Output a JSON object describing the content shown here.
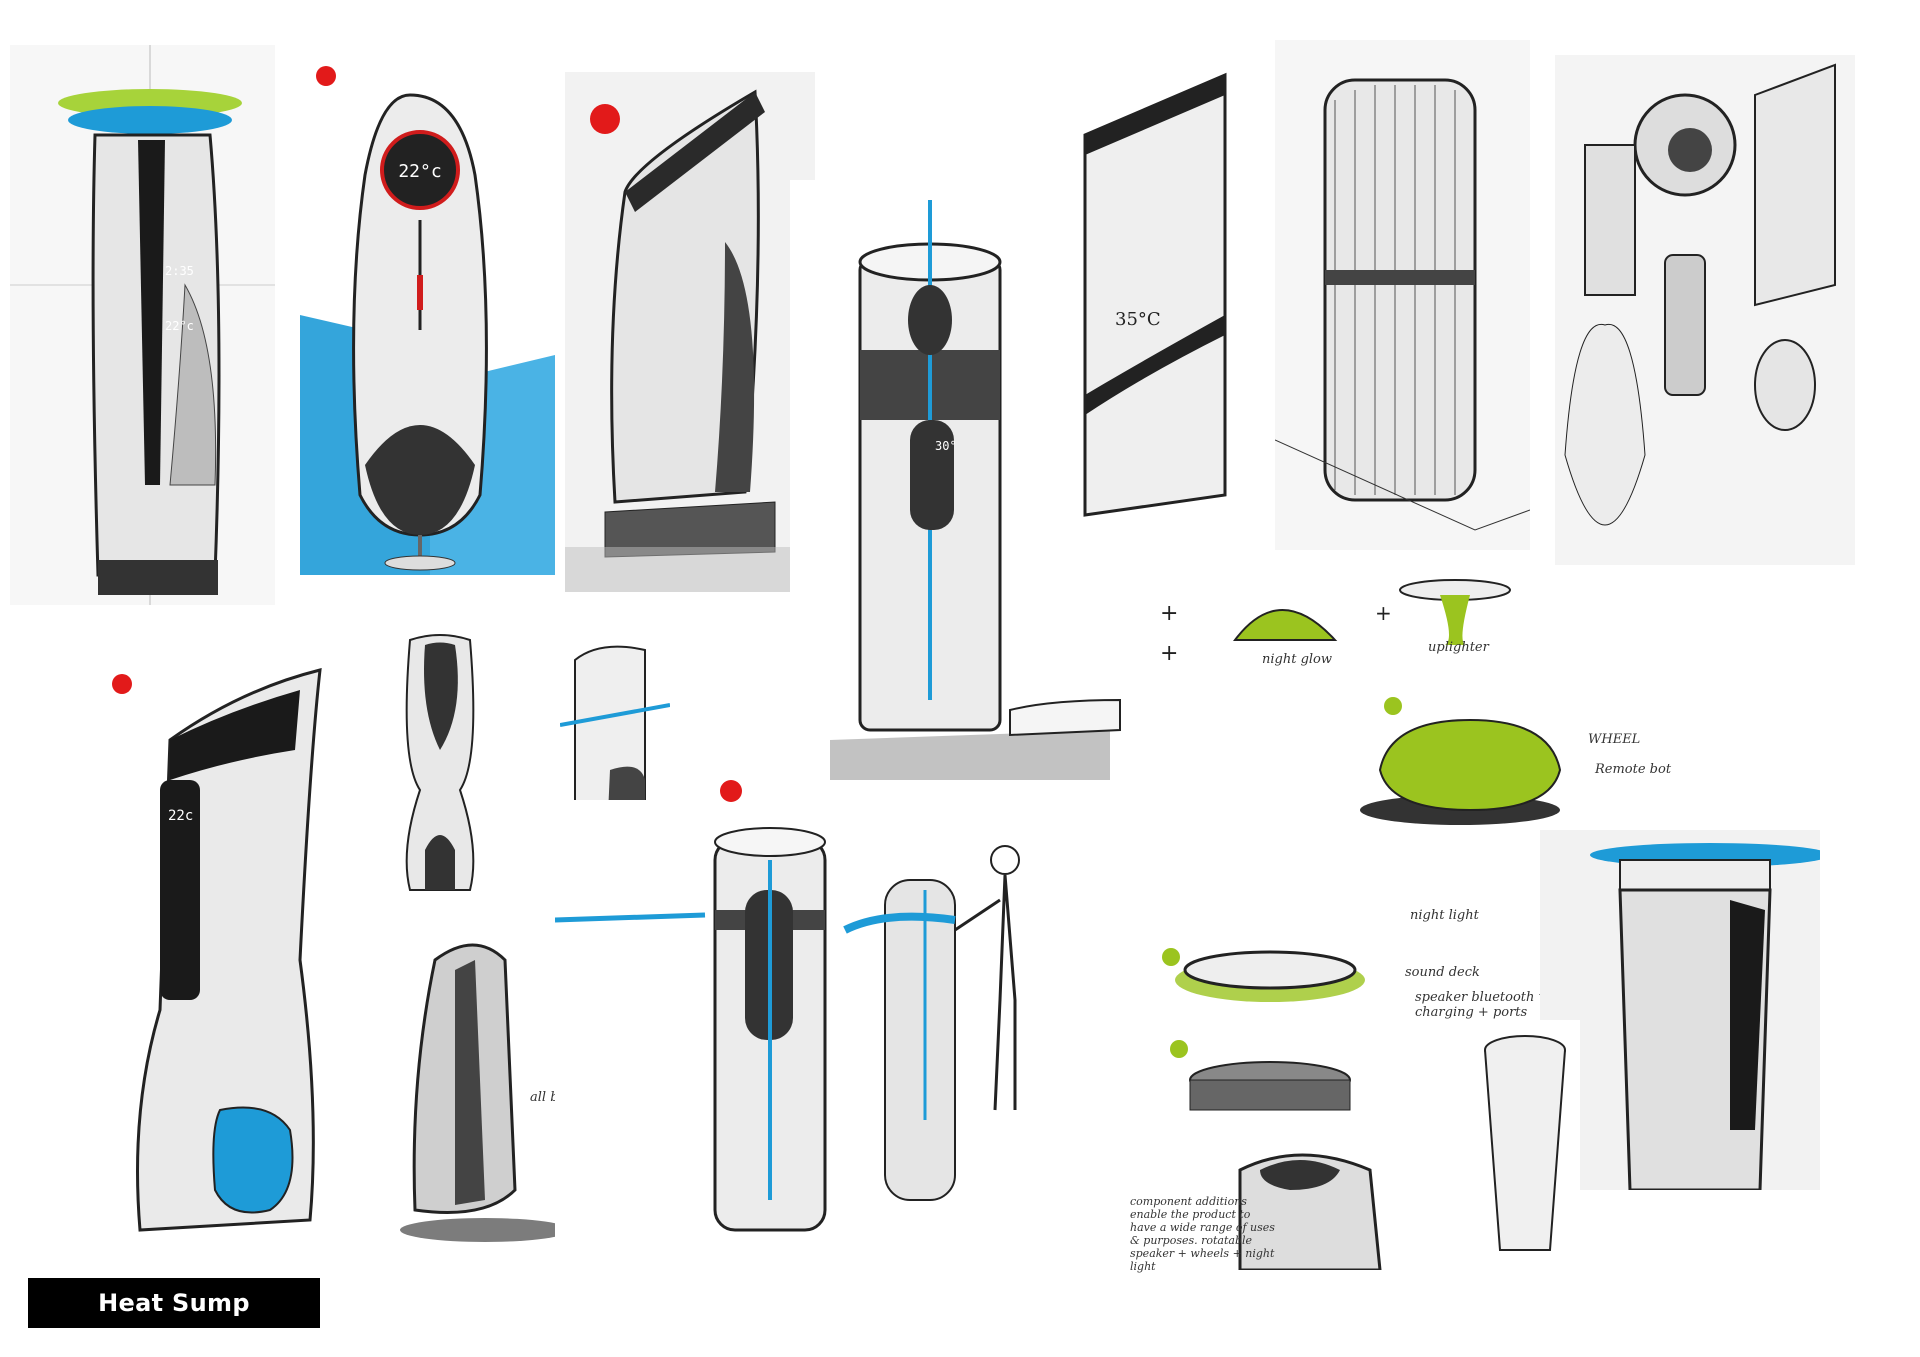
{
  "title": "Heat Sump",
  "annotations": {
    "night_glow": "night glow",
    "uplighter": "uplighter",
    "wheel": "WHEEL",
    "remote_bot": "Remote bot",
    "all_black": "all black sensor",
    "night_light": "night light",
    "sound_deck": "sound deck",
    "speaker": "speaker bluetooth with charging + ports",
    "description": "component additions enable the product to have a wide range of uses & purposes. rotatable speaker + wheels + night light",
    "display_temp_1": "22°c",
    "display_temp_2": "22°c",
    "display_temp_3": "35°C",
    "display_temp_4": "30°",
    "display_temp_5": "22c"
  },
  "colors": {
    "accent_blue": "#1e9bd7",
    "accent_green": "#9bc41f",
    "marker_red": "#e21a1a",
    "ink": "#1a1a1a"
  }
}
